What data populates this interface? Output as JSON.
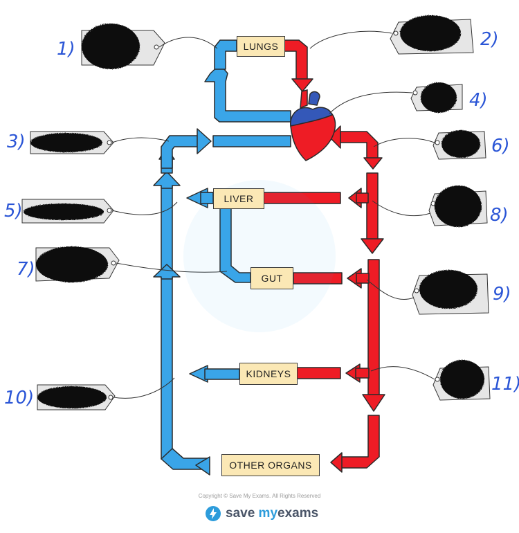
{
  "diagram": {
    "organs": {
      "lungs": "LUNGS",
      "liver": "LIVER",
      "gut": "GUT",
      "kidneys": "KIDNEYS",
      "other": "OTHER ORGANS"
    },
    "label_numbers": [
      "1)",
      "2)",
      "3)",
      "4)",
      "5)",
      "6)",
      "7)",
      "8)",
      "9)",
      "10)",
      "11)"
    ],
    "colors": {
      "oxygenated": "#ee1c25",
      "deoxygenated": "#3aa5e8",
      "outline": "#2a2a2a",
      "box_fill": "#fbe8b5",
      "heart_top": "#3458b8",
      "tag_fill": "#e6e6e6",
      "redaction": "#0a0a0a",
      "number_ink": "#2a55d6"
    }
  },
  "footer": {
    "copyright": "Copyright © Save My Exams. All Rights Reserved",
    "brand_save": "save ",
    "brand_my": "my",
    "brand_exams": "exams"
  }
}
